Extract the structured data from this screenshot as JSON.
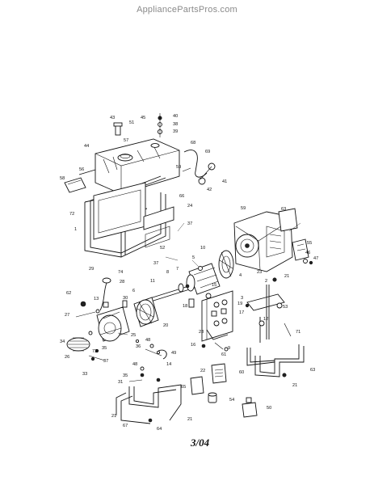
{
  "header": {
    "site": "AppliancePartsPros.com"
  },
  "footer": {
    "date_code": "3/04"
  },
  "part_labels": [
    "43",
    "51",
    "45",
    "40",
    "38",
    "39",
    "57",
    "44",
    "68",
    "69",
    "56",
    "58",
    "59",
    "41",
    "42",
    "66",
    "24",
    "72",
    "37",
    "1",
    "52",
    "37",
    "59",
    "63",
    "55",
    "46",
    "47",
    "10",
    "5",
    "4",
    "15",
    "29",
    "74",
    "28",
    "11",
    "8",
    "7",
    "62",
    "13",
    "30",
    "6",
    "27",
    "18",
    "19",
    "17",
    "21",
    "2",
    "3",
    "53",
    "23",
    "12",
    "16",
    "9",
    "61",
    "20",
    "25",
    "34",
    "26",
    "73",
    "35",
    "33",
    "37",
    "36",
    "48",
    "49",
    "14",
    "23",
    "60",
    "71",
    "48",
    "35",
    "31",
    "22",
    "65",
    "54",
    "50",
    "21",
    "67",
    "64",
    "21",
    "63",
    "21"
  ]
}
